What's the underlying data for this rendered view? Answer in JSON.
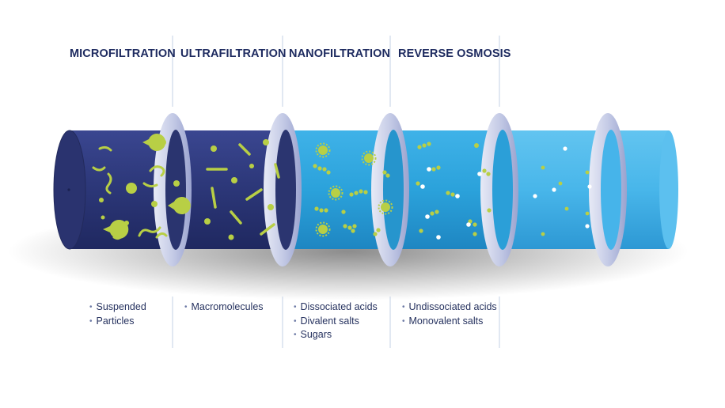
{
  "stages": [
    {
      "title": "MICROFILTRATION",
      "items": [
        "Suspended",
        "Particles"
      ]
    },
    {
      "title": "ULTRAFILTRATION",
      "items": [
        "Macromolecules"
      ]
    },
    {
      "title": "NANOFILTRATION",
      "items": [
        "Dissociated acids",
        "Divalent salts",
        "Sugars"
      ]
    },
    {
      "title": "REVERSE OSMOSIS",
      "items": [
        "Undissociated acids",
        "Monovalent salts"
      ]
    }
  ],
  "colors": {
    "dark_segment": "#2e3a7c",
    "light_segment": "#2ea7e0",
    "lightest_segment": "#4cb8ec",
    "ring": "#c9cee8",
    "particle": "#b8cf45",
    "ion_white": "#ffffff",
    "title_text": "#1d2a5f"
  },
  "icons": [
    "pac-man-particle",
    "worm-particle",
    "rod-particle",
    "starburst-particle",
    "dot-chain-particle",
    "ion-dot"
  ]
}
